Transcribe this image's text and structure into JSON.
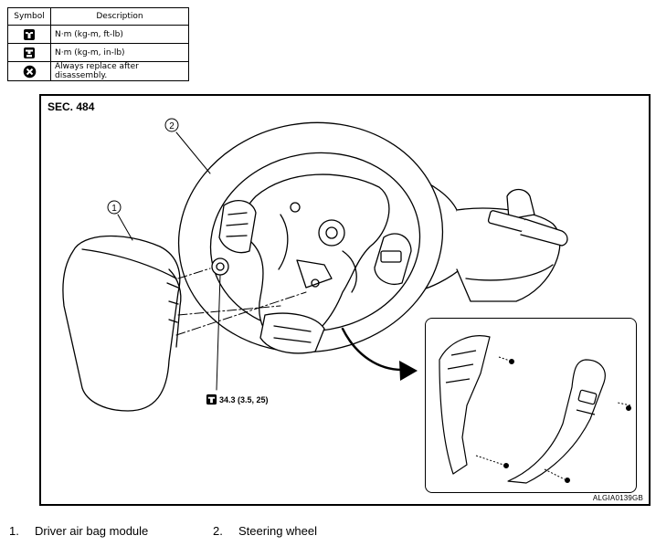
{
  "legend": {
    "header_symbol": "Symbol",
    "header_description": "Description",
    "rows": [
      {
        "icon": "torque-wrench-icon",
        "description": "N·m (kg-m, ft-lb)"
      },
      {
        "icon": "torque-wrench-inlb-icon",
        "description": "N·m (kg-m, in-lb)"
      },
      {
        "icon": "always-replace-icon",
        "description": "Always replace after disassembly."
      }
    ]
  },
  "figure": {
    "section_label": "SEC. 484",
    "figure_code": "ALGIA0139GB",
    "callouts": [
      "1",
      "2"
    ],
    "torque_spec": "34.3 (3.5, 25)"
  },
  "parts": [
    {
      "num": "1.",
      "name": "Driver air bag module"
    },
    {
      "num": "2.",
      "name": "Steering wheel"
    }
  ]
}
